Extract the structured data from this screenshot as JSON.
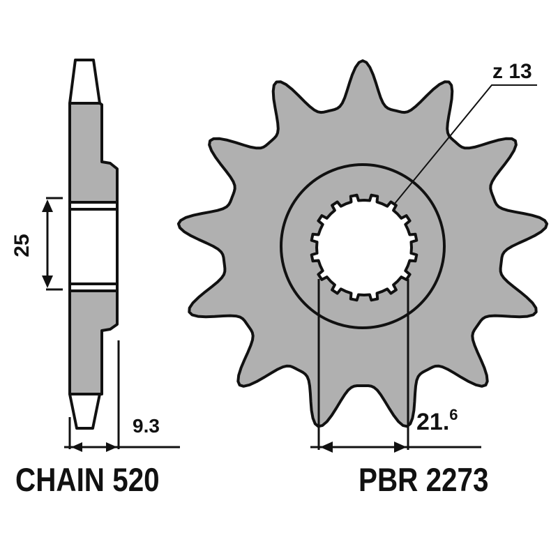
{
  "drawing": {
    "chain_label": "CHAIN 520",
    "part_label": "PBR 2273",
    "tooth_count_label": "z 13",
    "tooth_count": 13,
    "dimensions": {
      "hub_width": "25",
      "tooth_width": "9.3",
      "spline_diameter_main": "21.",
      "spline_diameter_decimal": "6"
    },
    "colors": {
      "fill": "#b0b0b0",
      "stroke": "#111111",
      "background": "#ffffff"
    }
  }
}
